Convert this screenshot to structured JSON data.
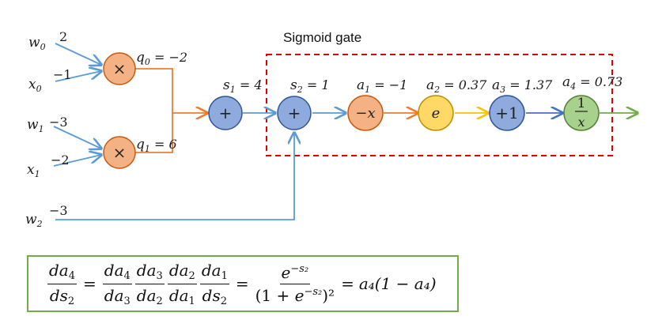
{
  "gate_title": "Sigmoid gate",
  "inputs": {
    "w0": {
      "name": "w",
      "sub": "0",
      "value": "2"
    },
    "x0": {
      "name": "x",
      "sub": "0",
      "value": "−1"
    },
    "w1": {
      "name": "w",
      "sub": "1",
      "value": "−3"
    },
    "x1": {
      "name": "x",
      "sub": "1",
      "value": "−2"
    },
    "w2": {
      "name": "w",
      "sub": "2",
      "value": "−3"
    }
  },
  "nodes": {
    "mul0": "×",
    "mul1": "×",
    "add1": "+",
    "add2": "+",
    "neg": "−x",
    "exp": "e",
    "plus1": "+1",
    "recip_num": "1",
    "recip_den": "x"
  },
  "edge_labels": {
    "q0": {
      "name": "q",
      "sub": "0",
      "rest": " = −2"
    },
    "q1": {
      "name": "q",
      "sub": "1",
      "rest": " = 6"
    },
    "s1": {
      "name": "s",
      "sub": "1",
      "rest": " = 4"
    },
    "s2": {
      "name": "s",
      "sub": "2",
      "rest": " = 1"
    },
    "a1": {
      "name": "a",
      "sub": "1",
      "rest": " = −1"
    },
    "a2": {
      "name": "a",
      "sub": "2",
      "rest": " = 0.37"
    },
    "a3": {
      "name": "a",
      "sub": "3",
      "rest": " = 1.37"
    },
    "a4": {
      "name": "a",
      "sub": "4",
      "rest": " = 0.73"
    }
  },
  "formula": {
    "t1_num": "da",
    "t1_num_sub": "4",
    "t1_den": "ds",
    "t1_den_sub": "2",
    "f1_num": "da",
    "f1_num_sub": "4",
    "f1_den": "da",
    "f1_den_sub": "3",
    "f2_num": "da",
    "f2_num_sub": "3",
    "f2_den": "da",
    "f2_den_sub": "2",
    "f3_num": "da",
    "f3_num_sub": "2",
    "f3_den": "da",
    "f3_den_sub": "1",
    "f4_num": "da",
    "f4_num_sub": "1",
    "f4_den": "ds",
    "f4_den_sub": "2",
    "eq": "=",
    "r_num_base": "e",
    "r_num_exp": "−s₂",
    "r_den_open": "(1 + ",
    "r_den_base": "e",
    "r_den_exp": "−s₂",
    "r_den_close": ")²",
    "rhs": "a₄(1 − a₄)"
  },
  "colors": {
    "blue_edge": "#5b9bd5",
    "orange_edge": "#ed7d31",
    "yellow_edge": "#ffc000",
    "green_edge": "#70ad47",
    "dark_blue_edge": "#4472c4",
    "mul_fill": "#f4b183",
    "add_fill": "#8faadc",
    "neg_fill": "#f4b183",
    "exp_fill": "#ffd966",
    "recip_fill": "#a9d18e",
    "gate_border": "#e00000",
    "formula_border": "#71ad47"
  }
}
